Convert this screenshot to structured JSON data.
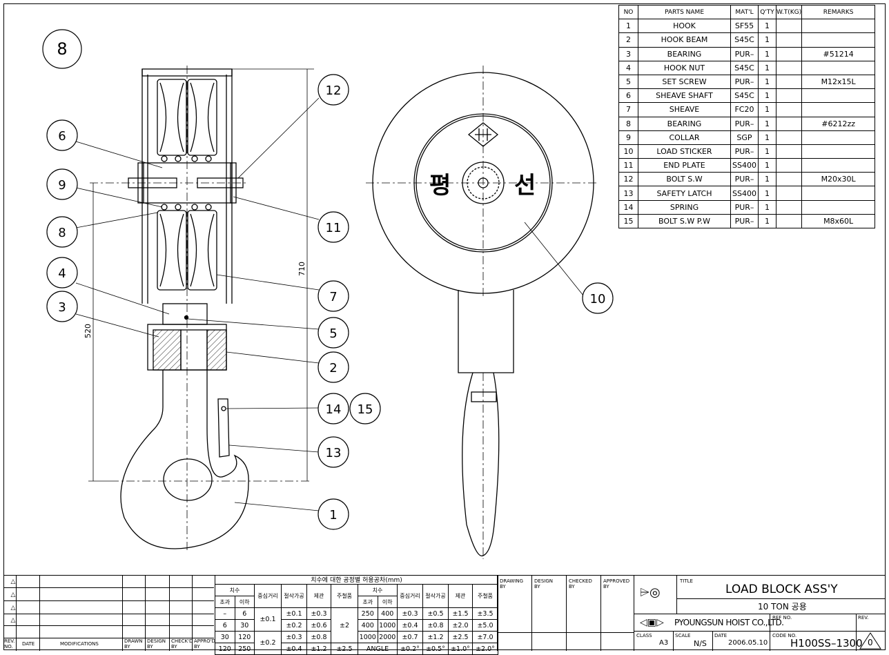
{
  "drawing_labels": [
    "8",
    "6",
    "9",
    "8",
    "4",
    "3",
    "12",
    "11",
    "7",
    "5",
    "2",
    "14",
    "15",
    "13",
    "1",
    "10"
  ],
  "dimensions": {
    "overall": "710",
    "to_hook": "520"
  },
  "plate_text": {
    "left": "평",
    "right": "선"
  },
  "parts_list": {
    "headers": [
      "NO",
      "PARTS NAME",
      "MAT'L",
      "Q'TY",
      "W.T(KG)",
      "REMARKS"
    ],
    "rows": [
      [
        "1",
        "HOOK",
        "SF55",
        "1",
        "",
        ""
      ],
      [
        "2",
        "HOOK BEAM",
        "S45C",
        "1",
        "",
        ""
      ],
      [
        "3",
        "BEARING",
        "PUR–",
        "1",
        "",
        "#51214"
      ],
      [
        "4",
        "HOOK NUT",
        "S45C",
        "1",
        "",
        ""
      ],
      [
        "5",
        "SET SCREW",
        "PUR–",
        "1",
        "",
        "M12x15L"
      ],
      [
        "6",
        "SHEAVE SHAFT",
        "S45C",
        "1",
        "",
        ""
      ],
      [
        "7",
        "SHEAVE",
        "FC20",
        "1",
        "",
        ""
      ],
      [
        "8",
        "BEARING",
        "PUR–",
        "1",
        "",
        "#6212zz"
      ],
      [
        "9",
        "COLLAR",
        "SGP",
        "1",
        "",
        ""
      ],
      [
        "10",
        "LOAD STICKER",
        "PUR–",
        "1",
        "",
        ""
      ],
      [
        "11",
        "END PLATE",
        "SS400",
        "1",
        "",
        ""
      ],
      [
        "12",
        "BOLT S.W",
        "PUR–",
        "1",
        "",
        "M20x30L"
      ],
      [
        "13",
        "SAFETY LATCH",
        "SS400",
        "1",
        "",
        ""
      ],
      [
        "14",
        "SPRING",
        "PUR–",
        "1",
        "",
        ""
      ],
      [
        "15",
        "BOLT S.W P.W",
        "PUR–",
        "1",
        "",
        "M8x60L"
      ]
    ]
  },
  "revision_block": {
    "rev_no": "REV.\nNO.",
    "date": "DATE",
    "modifications": "MODIFICATIONS",
    "drawn_by": "DRAWN\nBY",
    "design_by": "DESIGN\nBY",
    "checked_by": "CHECK'D\nBY",
    "approved_by": "APPRO'D\nBY"
  },
  "tolerance": {
    "title": "치수에 대한 공정별 허용공차(mm)",
    "dim": "치수",
    "over": "초과",
    "under": "이하",
    "center": "중심거리",
    "cut": "절삭가공",
    "plate": "제관",
    "cast": "주철품",
    "left_rows": [
      [
        "–",
        "6",
        "±0.1",
        "±0.3"
      ],
      [
        "6",
        "30",
        "±0.2",
        "±0.6"
      ],
      [
        "30",
        "120",
        "±0.3",
        "±0.8"
      ],
      [
        "120",
        "250",
        "±0.4",
        "±1.2"
      ]
    ],
    "left_center": [
      "±0.1",
      "±0.2"
    ],
    "left_cast": [
      "±2",
      "±2.5"
    ],
    "right_rows": [
      [
        "250",
        "400",
        "±0.3",
        "±0.5",
        "±1.5",
        "±3.5"
      ],
      [
        "400",
        "1000",
        "±0.4",
        "±0.8",
        "±2.0",
        "±5.0"
      ],
      [
        "1000",
        "2000",
        "±0.7",
        "±1.2",
        "±2.5",
        "±7.0"
      ]
    ],
    "angle_row": [
      "ANGLE",
      "±0.2°",
      "±0.5°",
      "±1.0°",
      "±2.0°"
    ]
  },
  "approval": {
    "drawing": "DRAWING\nBY",
    "design": "DESIGN\nBY",
    "checked": "CHECKED\nBY",
    "approved": "APPROVED\nBY"
  },
  "title_block": {
    "title_label": "TITLE",
    "title": "LOAD BLOCK  ASS'Y",
    "subtitle": "10 TON  공용",
    "company": "PYOUNGSUN HOIST CO.,LTD.",
    "ref_label": "REF NO.",
    "rev_label": "REV.",
    "class_label": "CLASS",
    "class": "A3",
    "scale_label": "SCALE",
    "scale": "N/S",
    "date_label": "DATE",
    "date": "2006.05.10",
    "code_label": "CODE NO.",
    "code": "H100SS–1300",
    "rev": "0"
  }
}
